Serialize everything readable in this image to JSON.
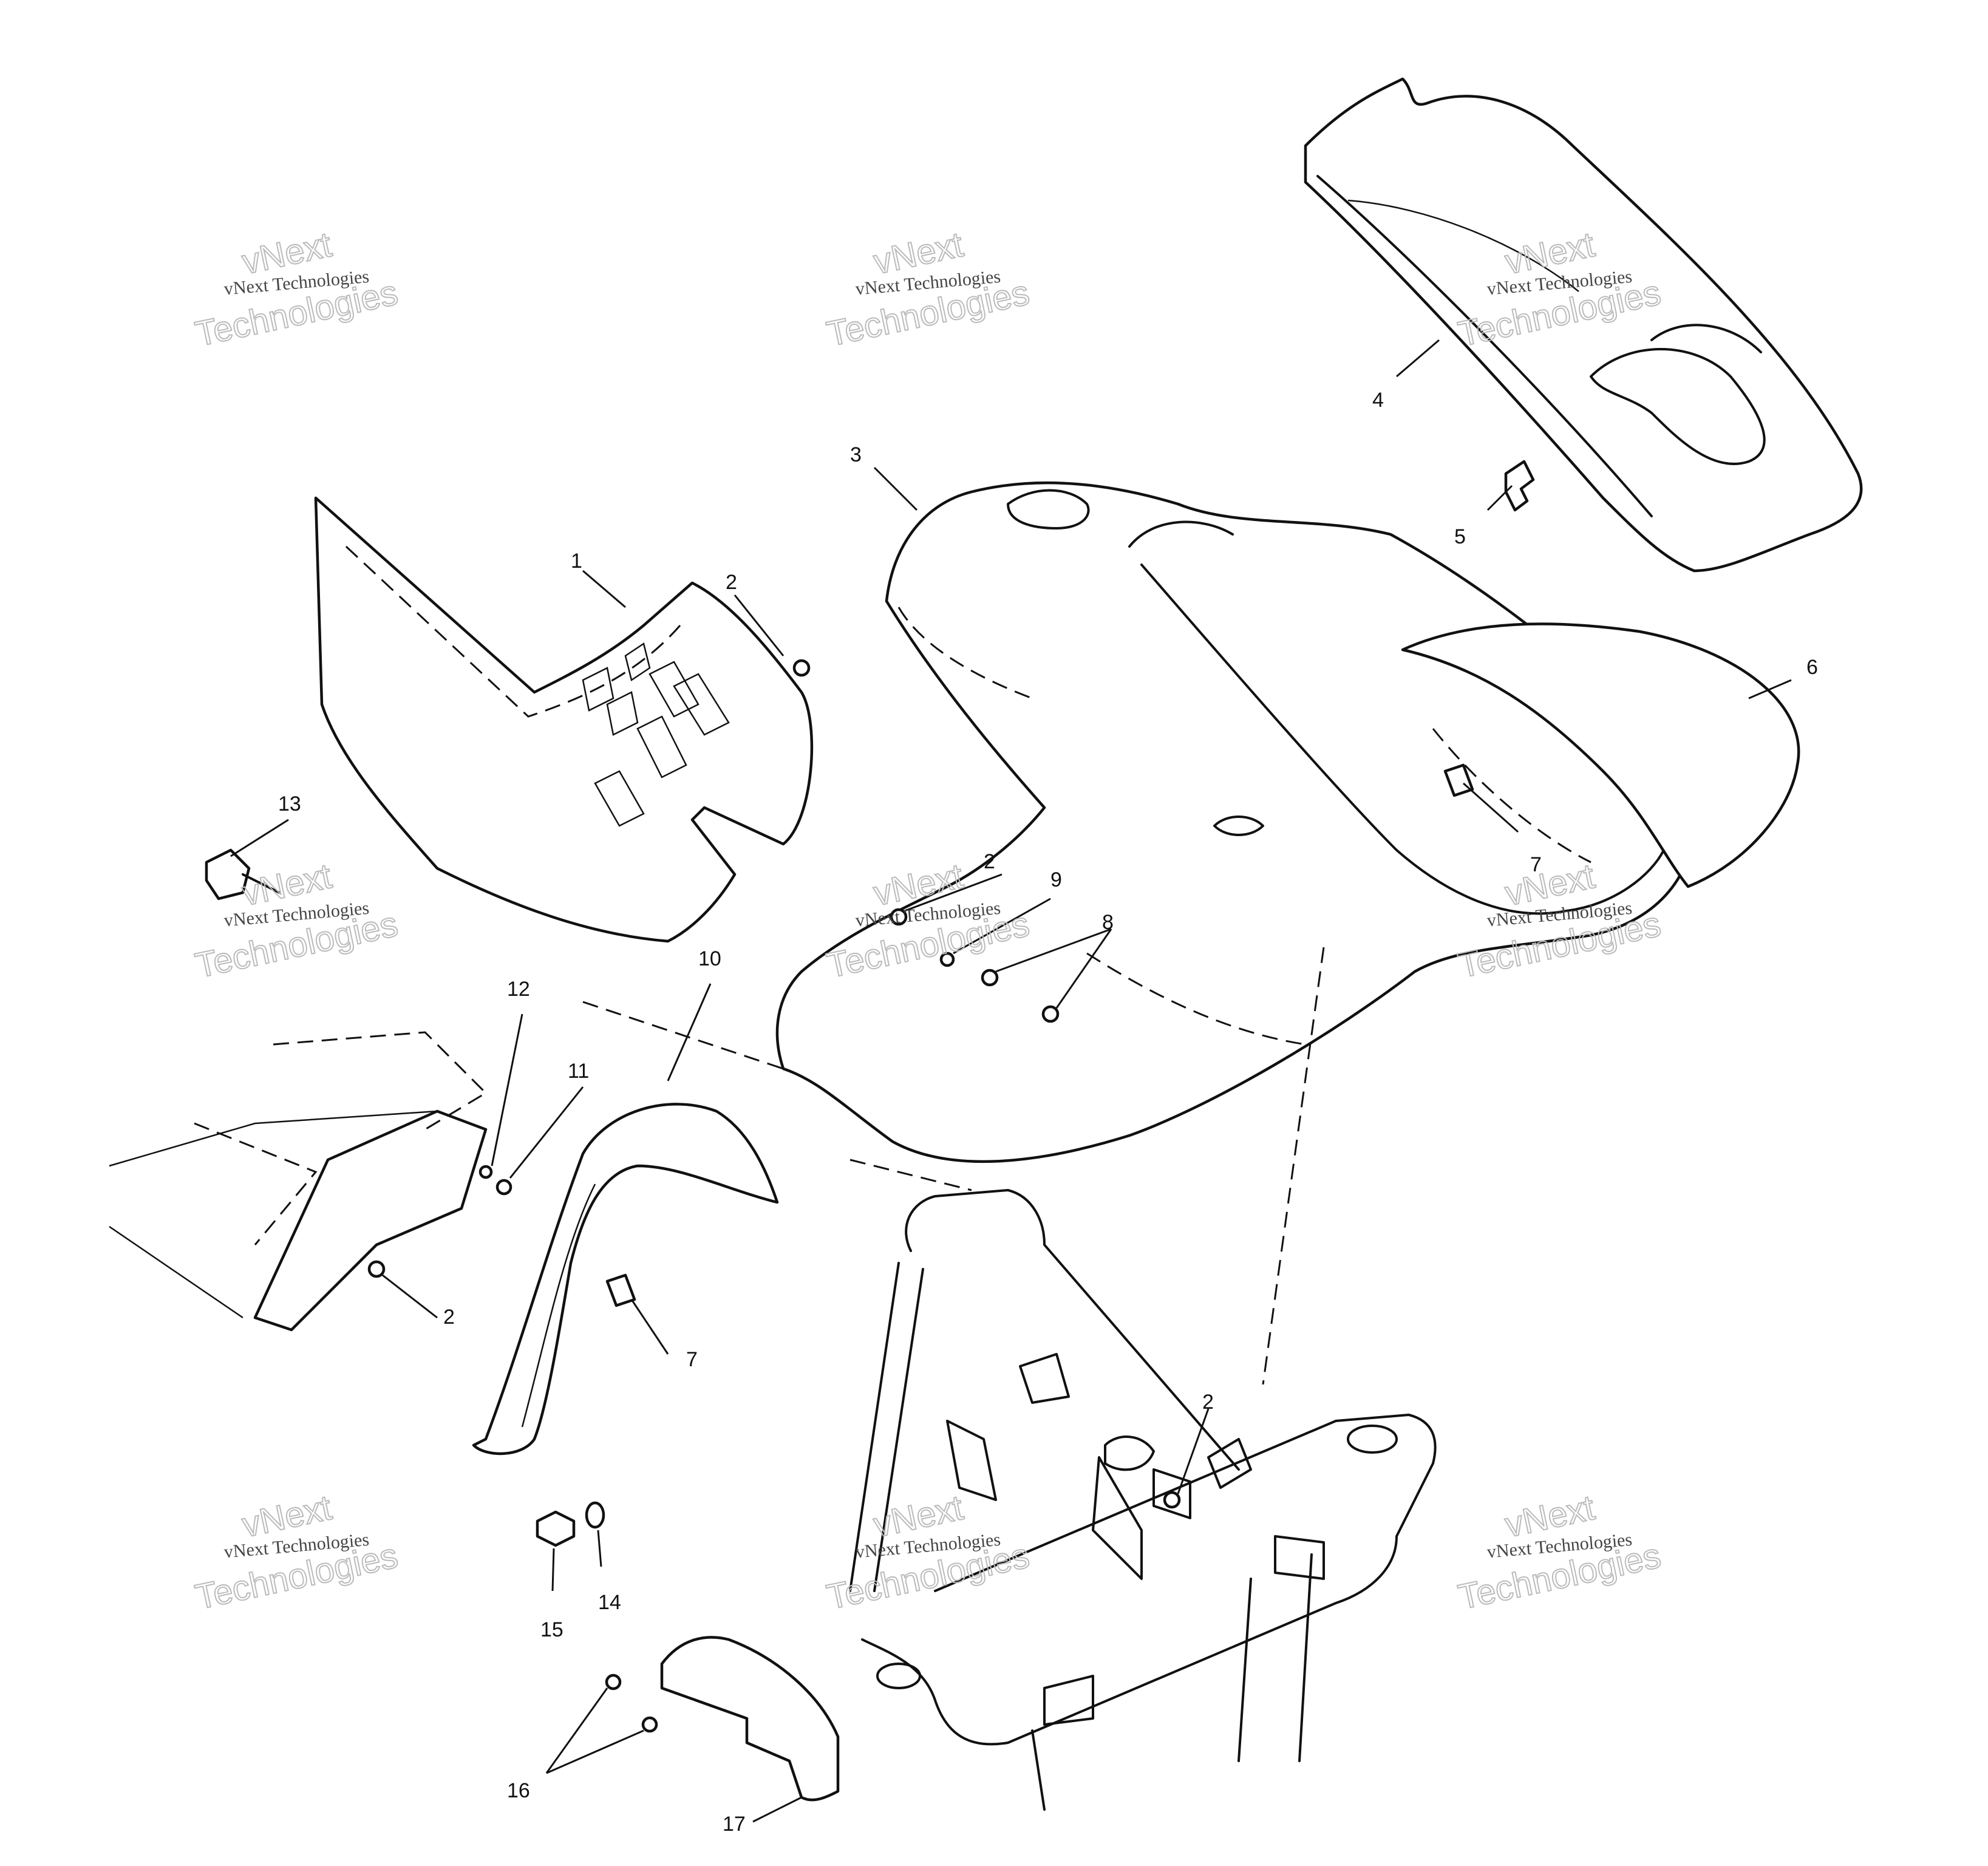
{
  "callouts": [
    {
      "id": "c1",
      "text": "1"
    },
    {
      "id": "c2a",
      "text": "2"
    },
    {
      "id": "c2b",
      "text": "2"
    },
    {
      "id": "c2c",
      "text": "2"
    },
    {
      "id": "c2d",
      "text": "2"
    },
    {
      "id": "c3",
      "text": "3"
    },
    {
      "id": "c4",
      "text": "4"
    },
    {
      "id": "c5",
      "text": "5"
    },
    {
      "id": "c6",
      "text": "6"
    },
    {
      "id": "c7a",
      "text": "7"
    },
    {
      "id": "c7b",
      "text": "7"
    },
    {
      "id": "c8",
      "text": "8"
    },
    {
      "id": "c9",
      "text": "9"
    },
    {
      "id": "c10",
      "text": "10"
    },
    {
      "id": "c11",
      "text": "11"
    },
    {
      "id": "c12",
      "text": "12"
    },
    {
      "id": "c13",
      "text": "13"
    },
    {
      "id": "c14",
      "text": "14"
    },
    {
      "id": "c15",
      "text": "15"
    },
    {
      "id": "c16",
      "text": "16"
    },
    {
      "id": "c17",
      "text": "17"
    }
  ],
  "watermark": {
    "small": "vNext Technologies",
    "line1": "vNext",
    "line2": "Technologies"
  }
}
